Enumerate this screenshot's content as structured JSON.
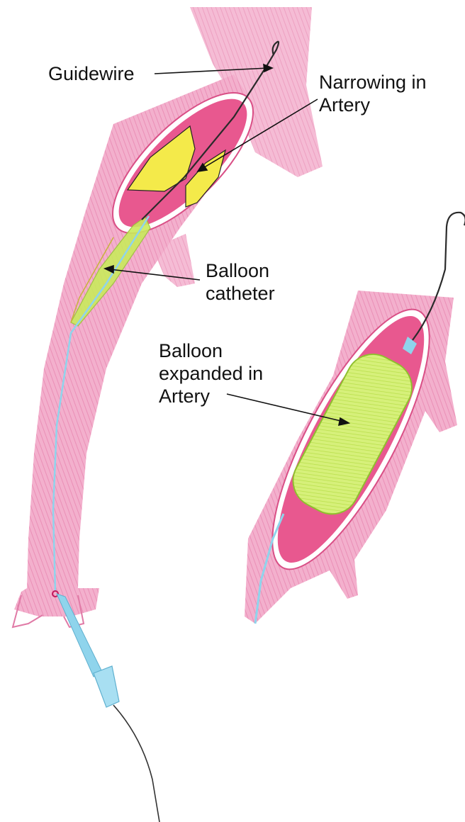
{
  "labels": {
    "guidewire": "Guidewire",
    "narrowing_line1": "Narrowing in",
    "narrowing_line2": "Artery",
    "balloon_catheter_line1": "Balloon",
    "balloon_catheter_line2": "catheter",
    "balloon_expanded_line1": "Balloon",
    "balloon_expanded_line2": "expanded in",
    "balloon_expanded_line3": "Artery"
  },
  "colors": {
    "artery_pink": "#f2a9c8",
    "artery_inner": "#e8588f",
    "plaque_yellow": "#f4ea4a",
    "balloon_green": "#c9ea5c",
    "catheter_blue": "#8fd4ec",
    "guidewire": "#2b2b2b"
  }
}
